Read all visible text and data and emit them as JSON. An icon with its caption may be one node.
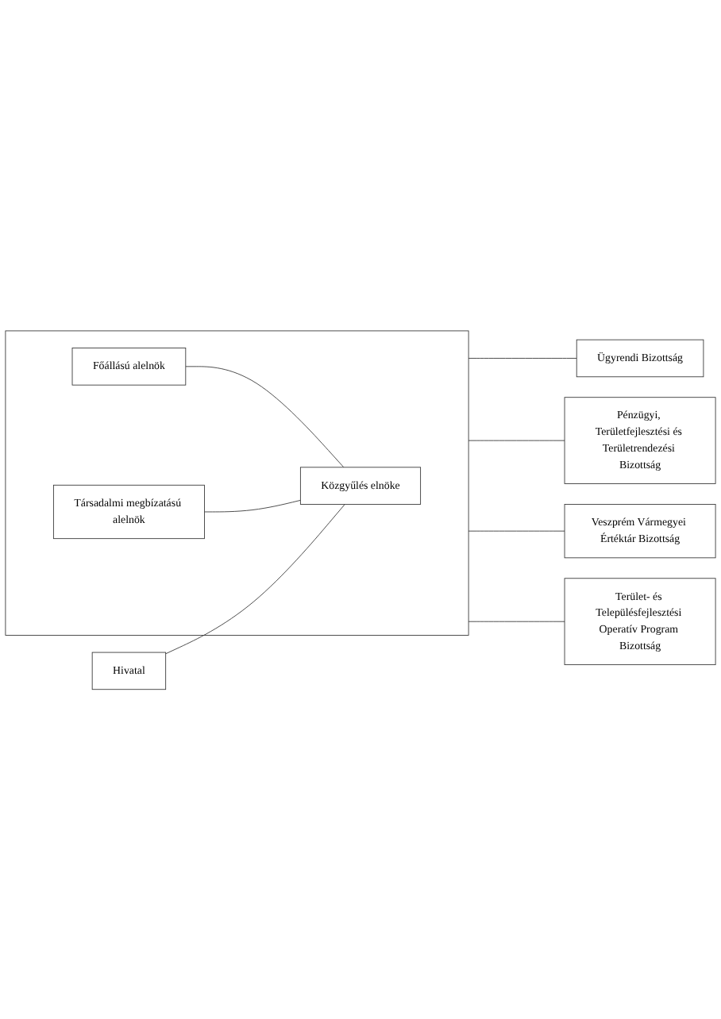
{
  "diagram": {
    "nodes": [
      {
        "text": [],
        "shape": "box"
      },
      {
        "text": [
          "Főállású alelnök"
        ],
        "in": 0
      },
      {
        "text": [
          "Közgyűlés elnöke"
        ],
        "in": 0
      },
      {
        "text": [
          "Társadalmi megbízatású alelnök"
        ],
        "in": 0
      },
      {
        "text": [
          "Hivatal"
        ]
      },
      {
        "text": [
          "Ügyrendi Bizottság"
        ]
      },
      {
        "text": [
          "Pénzügyi, Területfejlesztési és Területrendezési Bizottság"
        ]
      },
      {
        "text": [
          "Veszprém Vármegyei Értéktár Bizottság"
        ]
      },
      {
        "text": [
          "Terület- és Településfejlesztési Operatív Program Bizottság"
        ]
      }
    ],
    "edges": [
      {
        "from": 0,
        "to": 5,
        "arrow": "none"
      },
      {
        "from": 0,
        "to": 6,
        "arrow": "none"
      },
      {
        "from": 0,
        "to": 7,
        "arrow": "none"
      },
      {
        "from": 1,
        "to": 2,
        "arrow": "none"
      },
      {
        "from": 3,
        "to": 2,
        "arrow": "none"
      },
      {
        "from": 4,
        "to": 2,
        "arrow": "none"
      },
      {
        "from": 0,
        "to": 8,
        "arrow": "none"
      }
    ]
  }
}
